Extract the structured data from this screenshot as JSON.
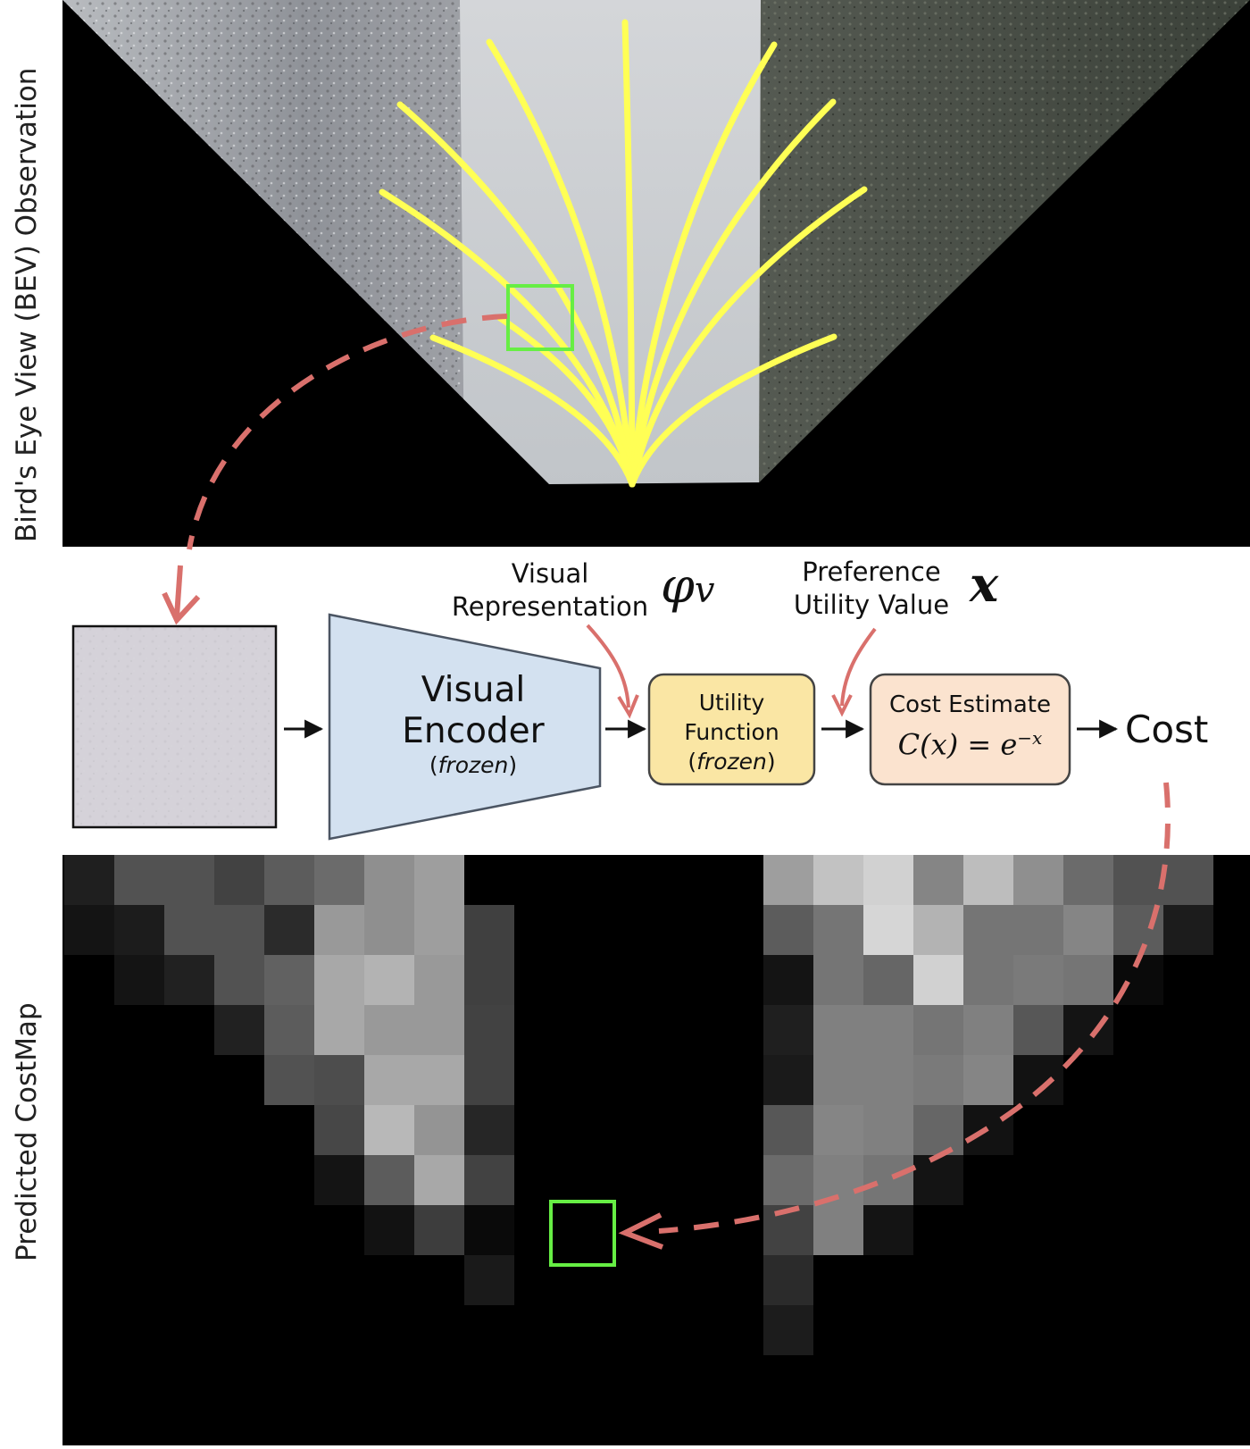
{
  "labels": {
    "bev_axis": "Bird's Eye View (BEV) Observation",
    "costmap_axis": "Predicted CostMap",
    "visual_rep_line1": "Visual",
    "visual_rep_line2": "Representation",
    "visual_rep_symbol": "φ",
    "visual_rep_subscript": "v",
    "pref_line1": "Preference",
    "pref_line2": "Utility Value",
    "pref_symbol": "x",
    "encoder_line1": "Visual",
    "encoder_line2": "Encoder",
    "encoder_note": "frozen",
    "utility_line1": "Utility",
    "utility_line2": "Function",
    "utility_note": "frozen",
    "cost_est_title": "Cost Estimate",
    "cost_formula": "C(x) = e",
    "cost_formula_exp": "−x",
    "cost_output": "Cost"
  },
  "colors": {
    "trajectory": "#ffff55",
    "highlight_box": "#66ee44",
    "dashed_arrow": "#d9706c",
    "encoder_fill": "#d3e1f0",
    "utility_fill": "#fae6a4",
    "cost_fill": "#fbe3cf"
  },
  "costmap_left": [
    [
      0.12,
      0.32,
      0.32,
      0.26,
      0.36,
      0.42,
      0.56,
      0.62,
      0.0
    ],
    [
      0.08,
      0.11,
      0.32,
      0.32,
      0.17,
      0.6,
      0.56,
      0.62,
      0.25
    ],
    [
      0.0,
      0.08,
      0.13,
      0.32,
      0.38,
      0.66,
      0.7,
      0.6,
      0.25
    ],
    [
      0.0,
      0.0,
      0.0,
      0.13,
      0.36,
      0.66,
      0.6,
      0.6,
      0.26
    ],
    [
      0.0,
      0.0,
      0.0,
      0.0,
      0.32,
      0.3,
      0.66,
      0.66,
      0.26
    ],
    [
      0.0,
      0.0,
      0.0,
      0.0,
      0.0,
      0.28,
      0.72,
      0.58,
      0.15
    ],
    [
      0.0,
      0.0,
      0.0,
      0.0,
      0.0,
      0.08,
      0.36,
      0.66,
      0.26
    ],
    [
      0.0,
      0.0,
      0.0,
      0.0,
      0.0,
      0.0,
      0.07,
      0.24,
      0.04
    ],
    [
      0.0,
      0.0,
      0.0,
      0.0,
      0.0,
      0.0,
      0.0,
      0.0,
      0.1
    ]
  ],
  "costmap_right": [
    [
      0.62,
      0.76,
      0.82,
      0.52,
      0.74,
      0.56,
      0.42,
      0.32,
      0.32
    ],
    [
      0.36,
      0.46,
      0.84,
      0.7,
      0.46,
      0.46,
      0.52,
      0.36,
      0.11
    ],
    [
      0.08,
      0.46,
      0.4,
      0.82,
      0.46,
      0.48,
      0.46,
      0.04,
      0.0
    ],
    [
      0.12,
      0.5,
      0.5,
      0.46,
      0.5,
      0.34,
      0.08,
      0.0,
      0.0
    ],
    [
      0.1,
      0.5,
      0.5,
      0.48,
      0.52,
      0.07,
      0.0,
      0.0,
      0.0
    ],
    [
      0.34,
      0.52,
      0.5,
      0.4,
      0.07,
      0.0,
      0.0,
      0.0,
      0.0
    ],
    [
      0.42,
      0.5,
      0.46,
      0.08,
      0.0,
      0.0,
      0.0,
      0.0,
      0.0
    ],
    [
      0.26,
      0.5,
      0.08,
      0.0,
      0.0,
      0.0,
      0.0,
      0.0,
      0.0
    ],
    [
      0.17,
      0.0,
      0.0,
      0.0,
      0.0,
      0.0,
      0.0,
      0.0,
      0.0
    ],
    [
      0.11,
      0.0,
      0.0,
      0.0,
      0.0,
      0.0,
      0.0,
      0.0,
      0.0
    ]
  ]
}
